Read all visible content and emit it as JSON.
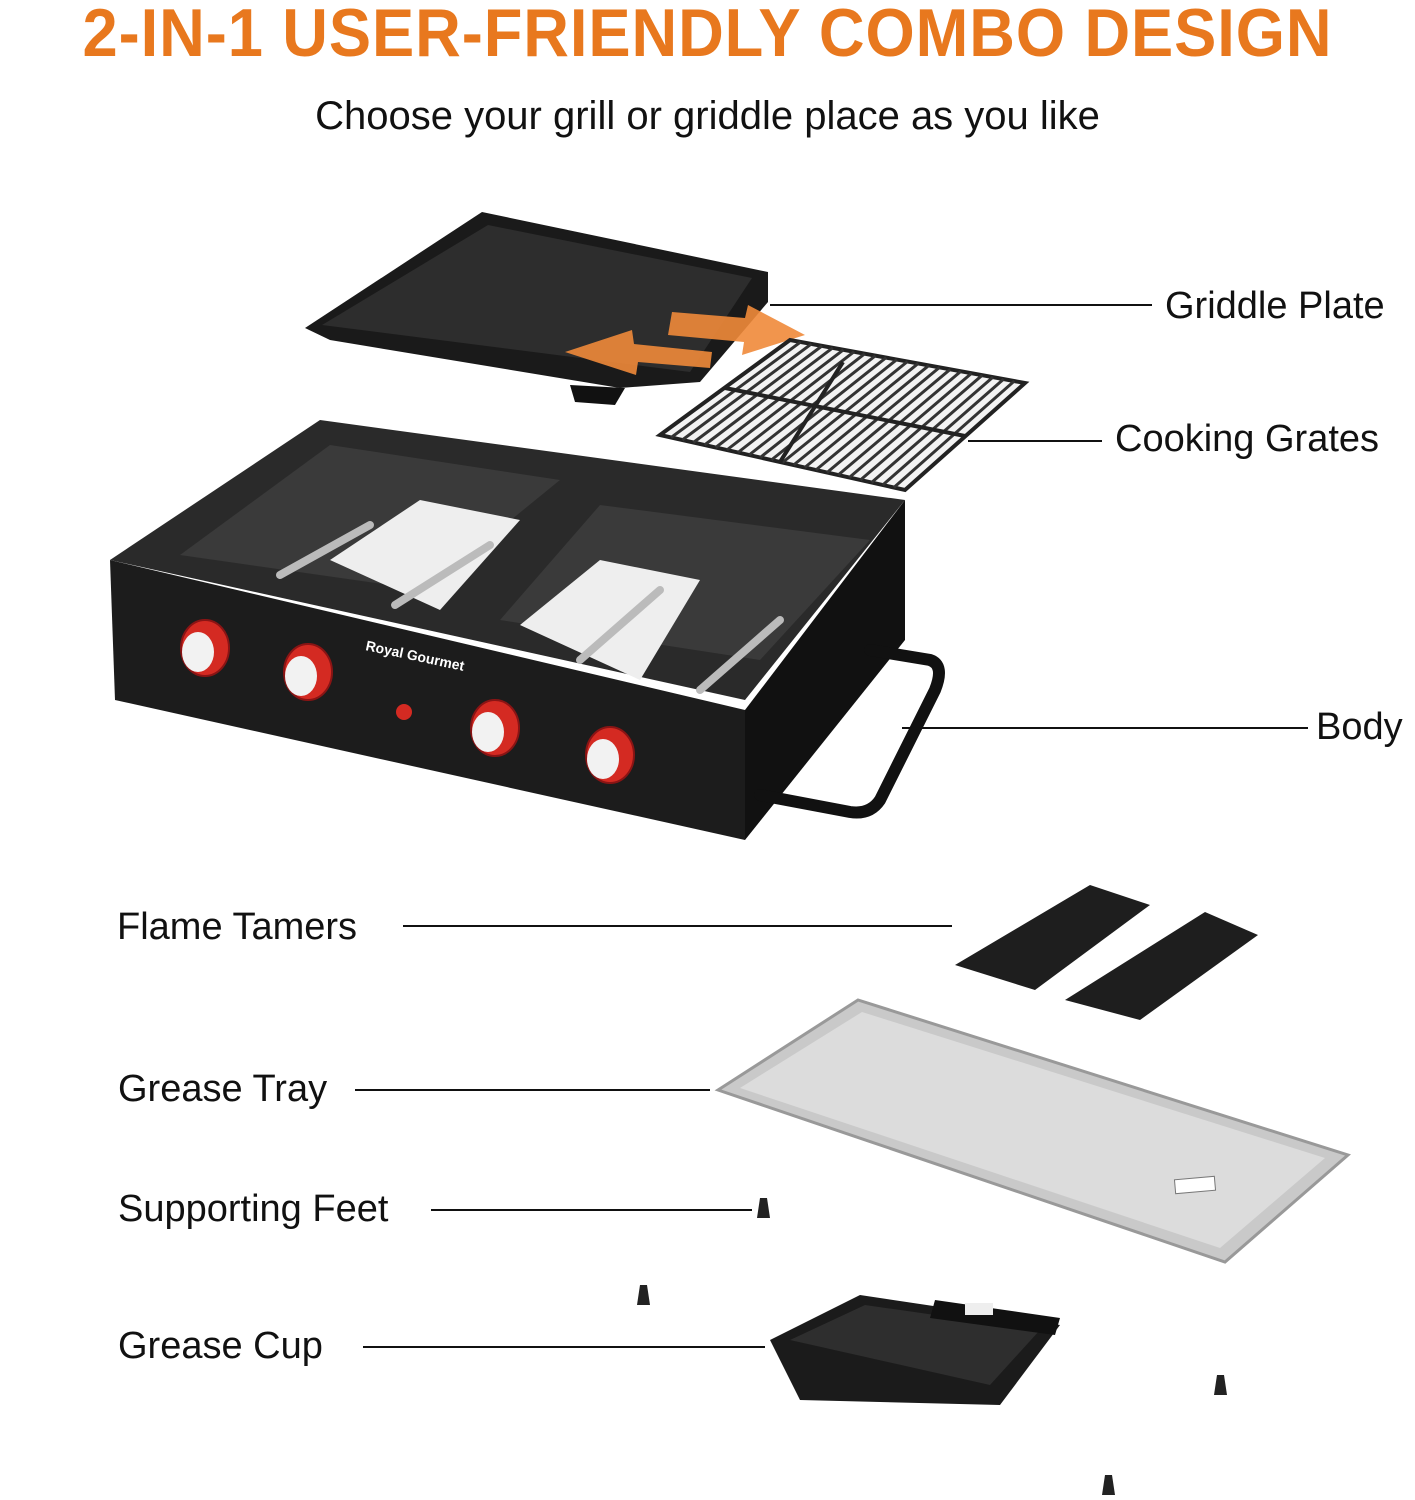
{
  "header": {
    "title": "2-IN-1 USER-FRIENDLY COMBO DESIGN",
    "subtitle": "Choose your grill or griddle place as you like"
  },
  "parts": [
    {
      "label": "Griddle Plate"
    },
    {
      "label": "Cooking Grates"
    },
    {
      "label": "Body"
    },
    {
      "label": "Flame Tamers"
    },
    {
      "label": "Grease Tray"
    },
    {
      "label": "Supporting Feet"
    },
    {
      "label": "Grease Cup"
    }
  ],
  "brand_logo": "Royal Gourmet",
  "colors": {
    "accent": "#E8781E",
    "knob": "#D42A22",
    "body": "#1C1C1C",
    "tray": "#C9C9C9"
  }
}
